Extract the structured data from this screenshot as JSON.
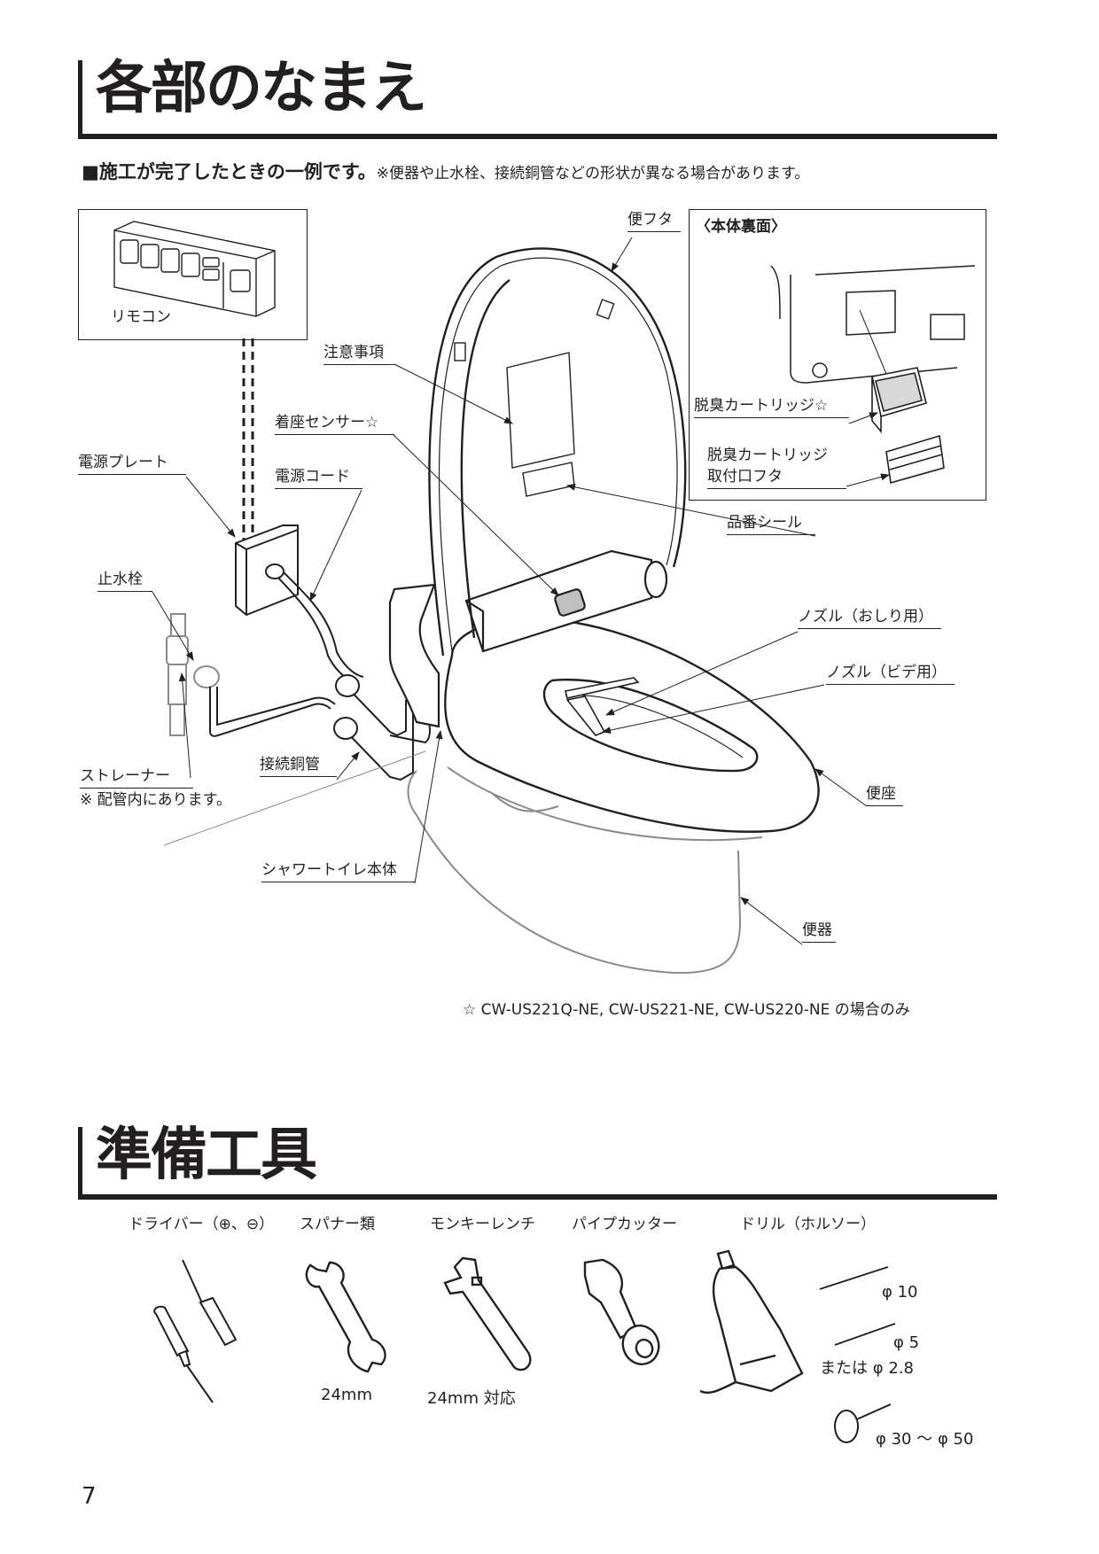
{
  "section1": {
    "title": "各部のなまえ",
    "subtitle_bold": "■施工が完了したときの一例です。",
    "subtitle_note": "※便器や止水栓、接続銅管などの形状が異なる場合があります。"
  },
  "diagram": {
    "remote_label": "リモコン",
    "inset_title": "〈本体裏面〉",
    "labels": {
      "lid": "便フタ",
      "caution": "注意事項",
      "seat_sensor": "着座センサー☆",
      "power_plate": "電源プレート",
      "power_cord": "電源コード",
      "stop_valve": "止水栓",
      "deodorizer_cartridge": "脱臭カートリッジ☆",
      "cartridge_cover_line1": "脱臭カートリッジ",
      "cartridge_cover_line2": "取付口フタ",
      "model_seal": "品番シール",
      "nozzle_rear": "ノズル（おしり用）",
      "nozzle_bidet": "ノズル（ビデ用）",
      "strainer": "ストレーナー",
      "strainer_note": "※ 配管内にあります。",
      "copper_pipe": "接続銅管",
      "seat": "便座",
      "shower_toilet_body": "シャワートイレ本体",
      "bowl": "便器"
    },
    "footnote": "☆ CW-US221Q-NE, CW-US221-NE, CW-US220-NE の場合のみ"
  },
  "section2": {
    "title": "準備工具",
    "tools": [
      {
        "name": "ドライバー（⊕、⊖）",
        "spec": ""
      },
      {
        "name": "スパナー類",
        "spec": "24mm"
      },
      {
        "name": "モンキーレンチ",
        "spec": "24mm 対応"
      },
      {
        "name": "パイプカッター",
        "spec": ""
      },
      {
        "name": "ドリル（ホルソー）",
        "spec": ""
      }
    ],
    "drill_bits": [
      "φ 10",
      "φ 5",
      "または φ 2.8",
      "φ 30 〜 φ 50"
    ]
  },
  "page_number": "7"
}
